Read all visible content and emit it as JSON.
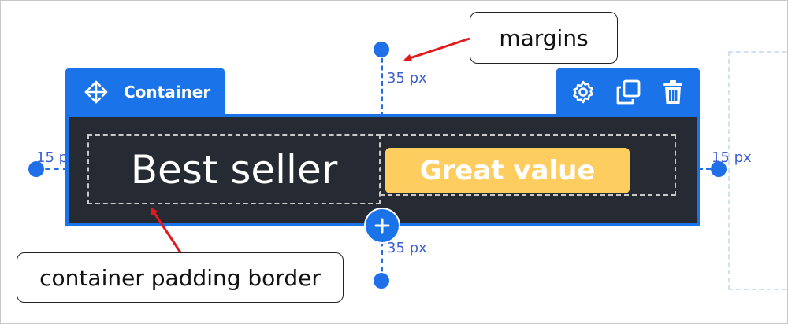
{
  "element": {
    "type_label": "Container",
    "toolbar": [
      "settings-icon",
      "duplicate-icon",
      "delete-icon"
    ]
  },
  "spacing": {
    "margin_top": "35 px",
    "margin_bottom": "35 px",
    "margin_left": "15 px",
    "margin_right": "15 px"
  },
  "content": {
    "heading": "Best seller",
    "badge": "Great value"
  },
  "callouts": {
    "margins": "margins",
    "padding": "container padding border"
  },
  "colors": {
    "accent": "#1a73e8",
    "container_bg": "#252a33",
    "badge_bg": "#fecd60",
    "arrow": "#e0191b"
  }
}
